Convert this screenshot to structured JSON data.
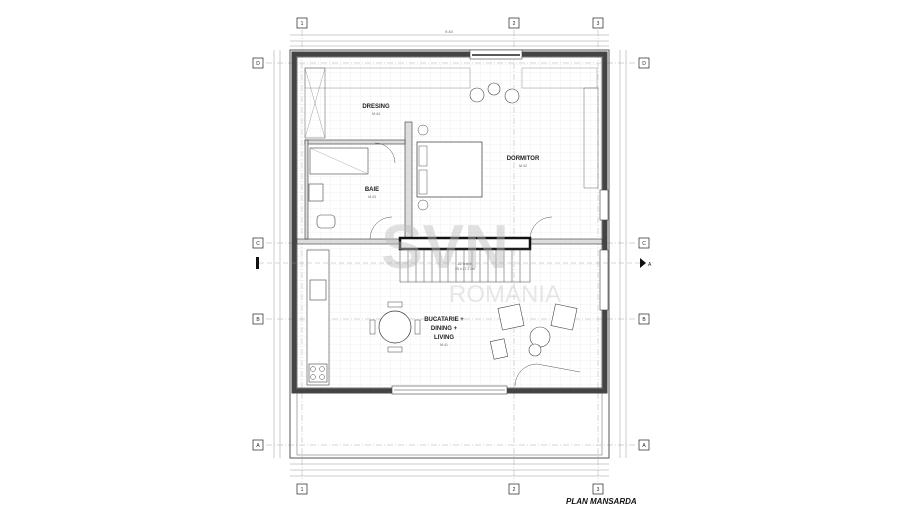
{
  "drawing_title": "PLAN MANSARDA",
  "watermark": {
    "text_top": "SVN",
    "text_bottom": "ROMANIA"
  },
  "grid_axes": {
    "columns": [
      "1",
      "2",
      "3"
    ],
    "rows": [
      "D",
      "C",
      "B",
      "A"
    ]
  },
  "section_mark": "A",
  "rooms": [
    {
      "name": "DRESING",
      "code": "M.44"
    },
    {
      "name": "DORMITOR",
      "code": "M.42"
    },
    {
      "name": "BAIE",
      "code": "M.43"
    },
    {
      "name": "BUCATARIE +",
      "name2": "DINING +",
      "name3": "LIVING",
      "code": "M.41"
    }
  ],
  "stairs": {
    "line1": "16 Trepte",
    "line2": "25 x 17.2 cm"
  },
  "dimensions": {
    "overall_width": "9.40"
  },
  "colors": {
    "line": "#333333",
    "wall": "#555555",
    "hatch": "#dddddd",
    "watermark": "#cfcfcf"
  }
}
